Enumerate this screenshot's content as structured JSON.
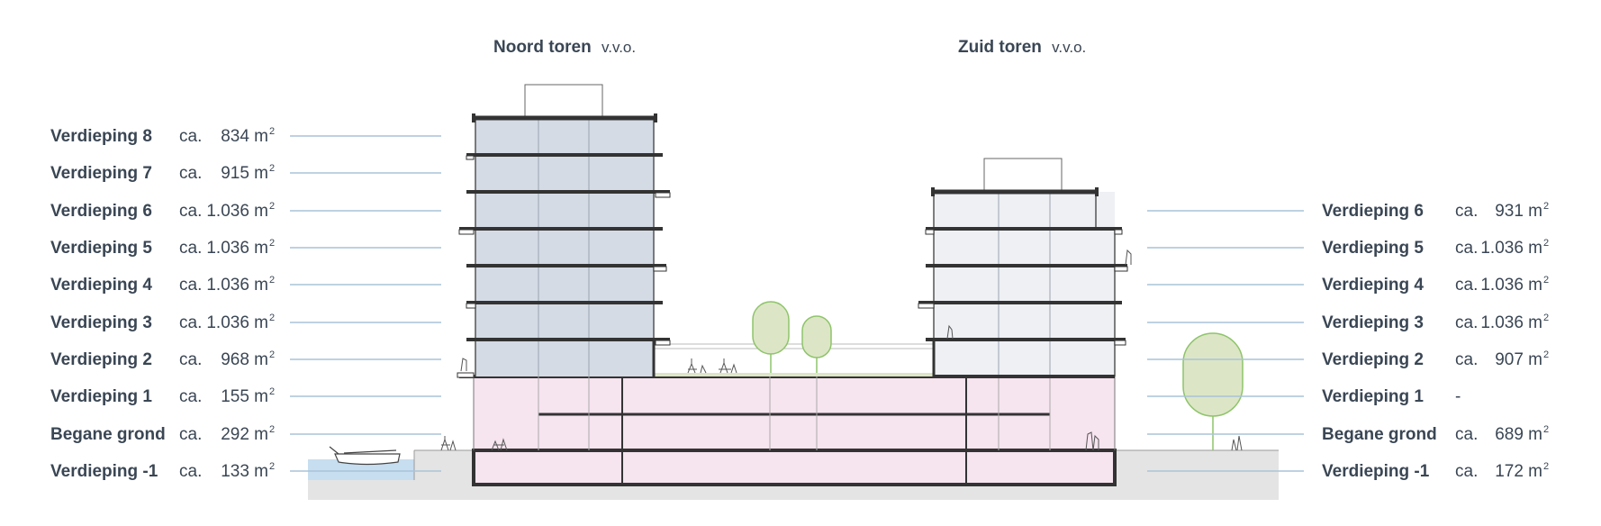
{
  "colors": {
    "text": "#3a4654",
    "north_tower_facade": "#d4dbe5",
    "south_tower_facade": "#eef0f4",
    "plinth": "#f6e4ef",
    "ground": "#e4e4e4",
    "water": "#c7ddf0",
    "greenery": "#dce6c6",
    "greenery_stroke": "#8ec46a",
    "leader_line": "#a9c4d8",
    "structure": "#333333"
  },
  "titles": {
    "north": {
      "name": "Noord toren",
      "note": "v.v.o."
    },
    "south": {
      "name": "Zuid toren",
      "note": "v.v.o."
    }
  },
  "left_floors": [
    {
      "name": "Verdieping 8",
      "ca": "ca.",
      "area": "834 m",
      "unit_sup": "2"
    },
    {
      "name": "Verdieping 7",
      "ca": "ca.",
      "area": "915 m",
      "unit_sup": "2"
    },
    {
      "name": "Verdieping 6",
      "ca": "ca.",
      "area": "1.036 m",
      "unit_sup": "2"
    },
    {
      "name": "Verdieping 5",
      "ca": "ca.",
      "area": "1.036 m",
      "unit_sup": "2"
    },
    {
      "name": "Verdieping 4",
      "ca": "ca.",
      "area": "1.036 m",
      "unit_sup": "2"
    },
    {
      "name": "Verdieping 3",
      "ca": "ca.",
      "area": "1.036 m",
      "unit_sup": "2"
    },
    {
      "name": "Verdieping 2",
      "ca": "ca.",
      "area": "968 m",
      "unit_sup": "2"
    },
    {
      "name": "Verdieping 1",
      "ca": "ca.",
      "area": "155 m",
      "unit_sup": "2"
    },
    {
      "name": "Begane grond",
      "ca": "ca.",
      "area": "292 m",
      "unit_sup": "2"
    },
    {
      "name": "Verdieping -1",
      "ca": "ca.",
      "area": "133 m",
      "unit_sup": "2"
    }
  ],
  "right_floors": [
    {
      "name": "Verdieping 6",
      "ca": "ca.",
      "area": "931 m",
      "unit_sup": "2"
    },
    {
      "name": "Verdieping 5",
      "ca": "ca.",
      "area": "1.036 m",
      "unit_sup": "2"
    },
    {
      "name": "Verdieping 4",
      "ca": "ca.",
      "area": "1.036 m",
      "unit_sup": "2"
    },
    {
      "name": "Verdieping 3",
      "ca": "ca.",
      "area": "1.036 m",
      "unit_sup": "2"
    },
    {
      "name": "Verdieping 2",
      "ca": "ca.",
      "area": "907 m",
      "unit_sup": "2"
    },
    {
      "name": "Verdieping 1",
      "ca": "",
      "area": "-",
      "unit_sup": ""
    },
    {
      "name": "Begane grond",
      "ca": "ca.",
      "area": "689 m",
      "unit_sup": "2"
    },
    {
      "name": "Verdieping -1",
      "ca": "ca.",
      "area": "172 m",
      "unit_sup": "2"
    }
  ]
}
